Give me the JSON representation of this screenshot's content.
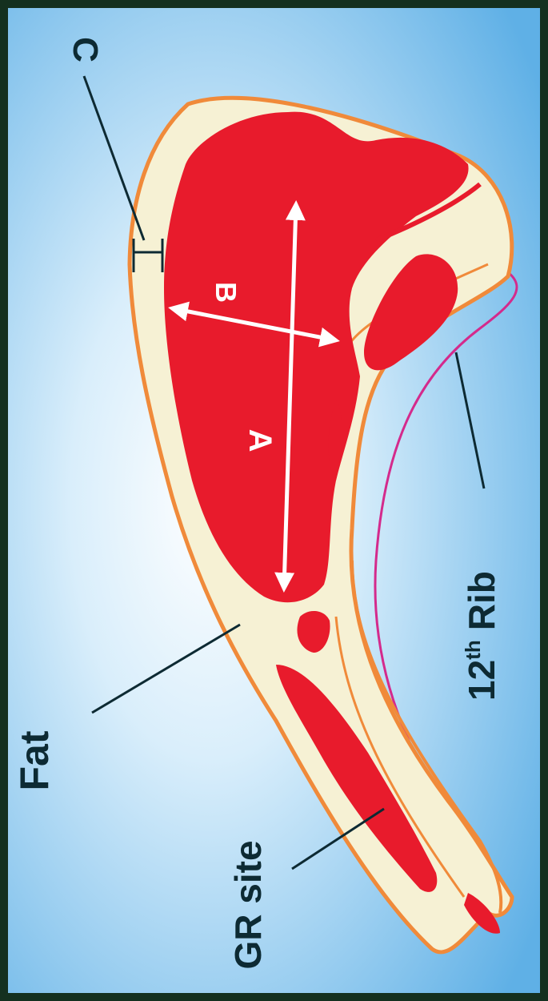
{
  "diagram": {
    "labels": {
      "c": "C",
      "b": "B",
      "a": "A",
      "fat": "Fat",
      "gr_site": "GR site",
      "rib_number": "12",
      "rib_suffix": "th",
      "rib_word": "Rib"
    },
    "colors": {
      "frame": "#14301f",
      "sky_center": "#ffffff",
      "sky_edge": "#5fb0e6",
      "fat": "#f6f1d4",
      "muscle": "#e81b2c",
      "fat_outline": "#f08a3a",
      "rib_outline": "#d42a8c",
      "leader_line": "#0d2a33",
      "arrow": "#ffffff"
    }
  }
}
